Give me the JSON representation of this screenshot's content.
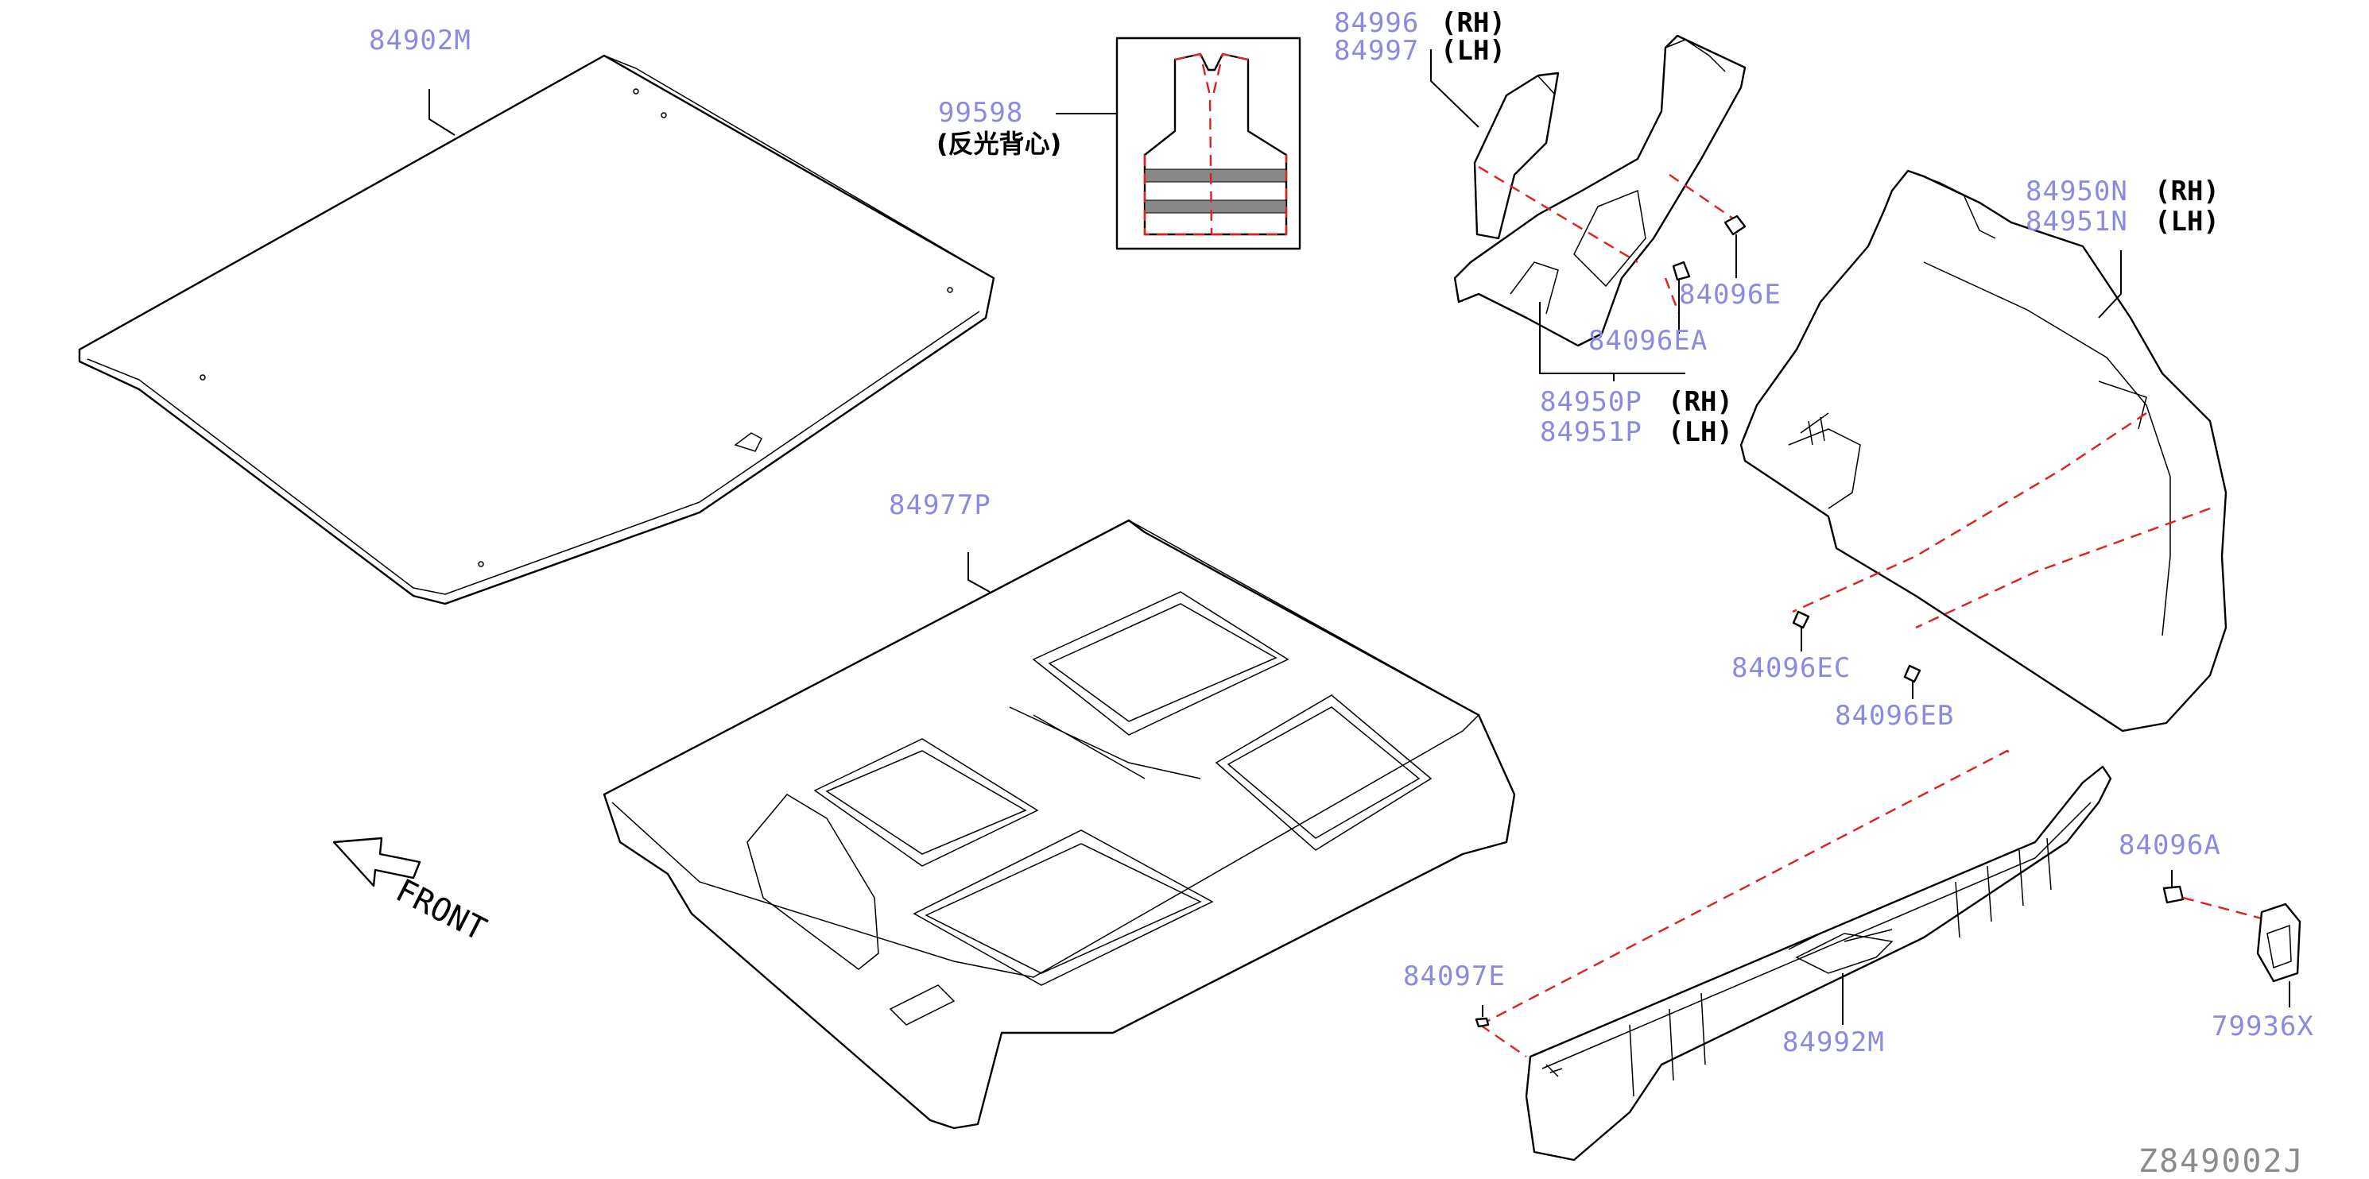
{
  "parts": {
    "p84902M": "84902M",
    "p99598": "99598",
    "p99598_note": "(反光背心)",
    "p84996": "84996",
    "p84997": "84997",
    "p84950N": "84950N",
    "p84951N": "84951N",
    "p84096E": "84096E",
    "p84096EA": "84096EA",
    "p84950P": "84950P",
    "p84951P": "84951P",
    "p84977P": "84977P",
    "p84096EC": "84096EC",
    "p84096EB": "84096EB",
    "p84096A": "84096A",
    "p84097E": "84097E",
    "p84992M": "84992M",
    "p79936X": "79936X"
  },
  "sides": {
    "rh": "(RH)",
    "lh": "(LH)"
  },
  "front_arrow": "FRONT",
  "diagram_code": "Z849002J",
  "colors": {
    "label": "#8a8ae0",
    "dash": "#e02020",
    "code": "#8c8c8c"
  }
}
